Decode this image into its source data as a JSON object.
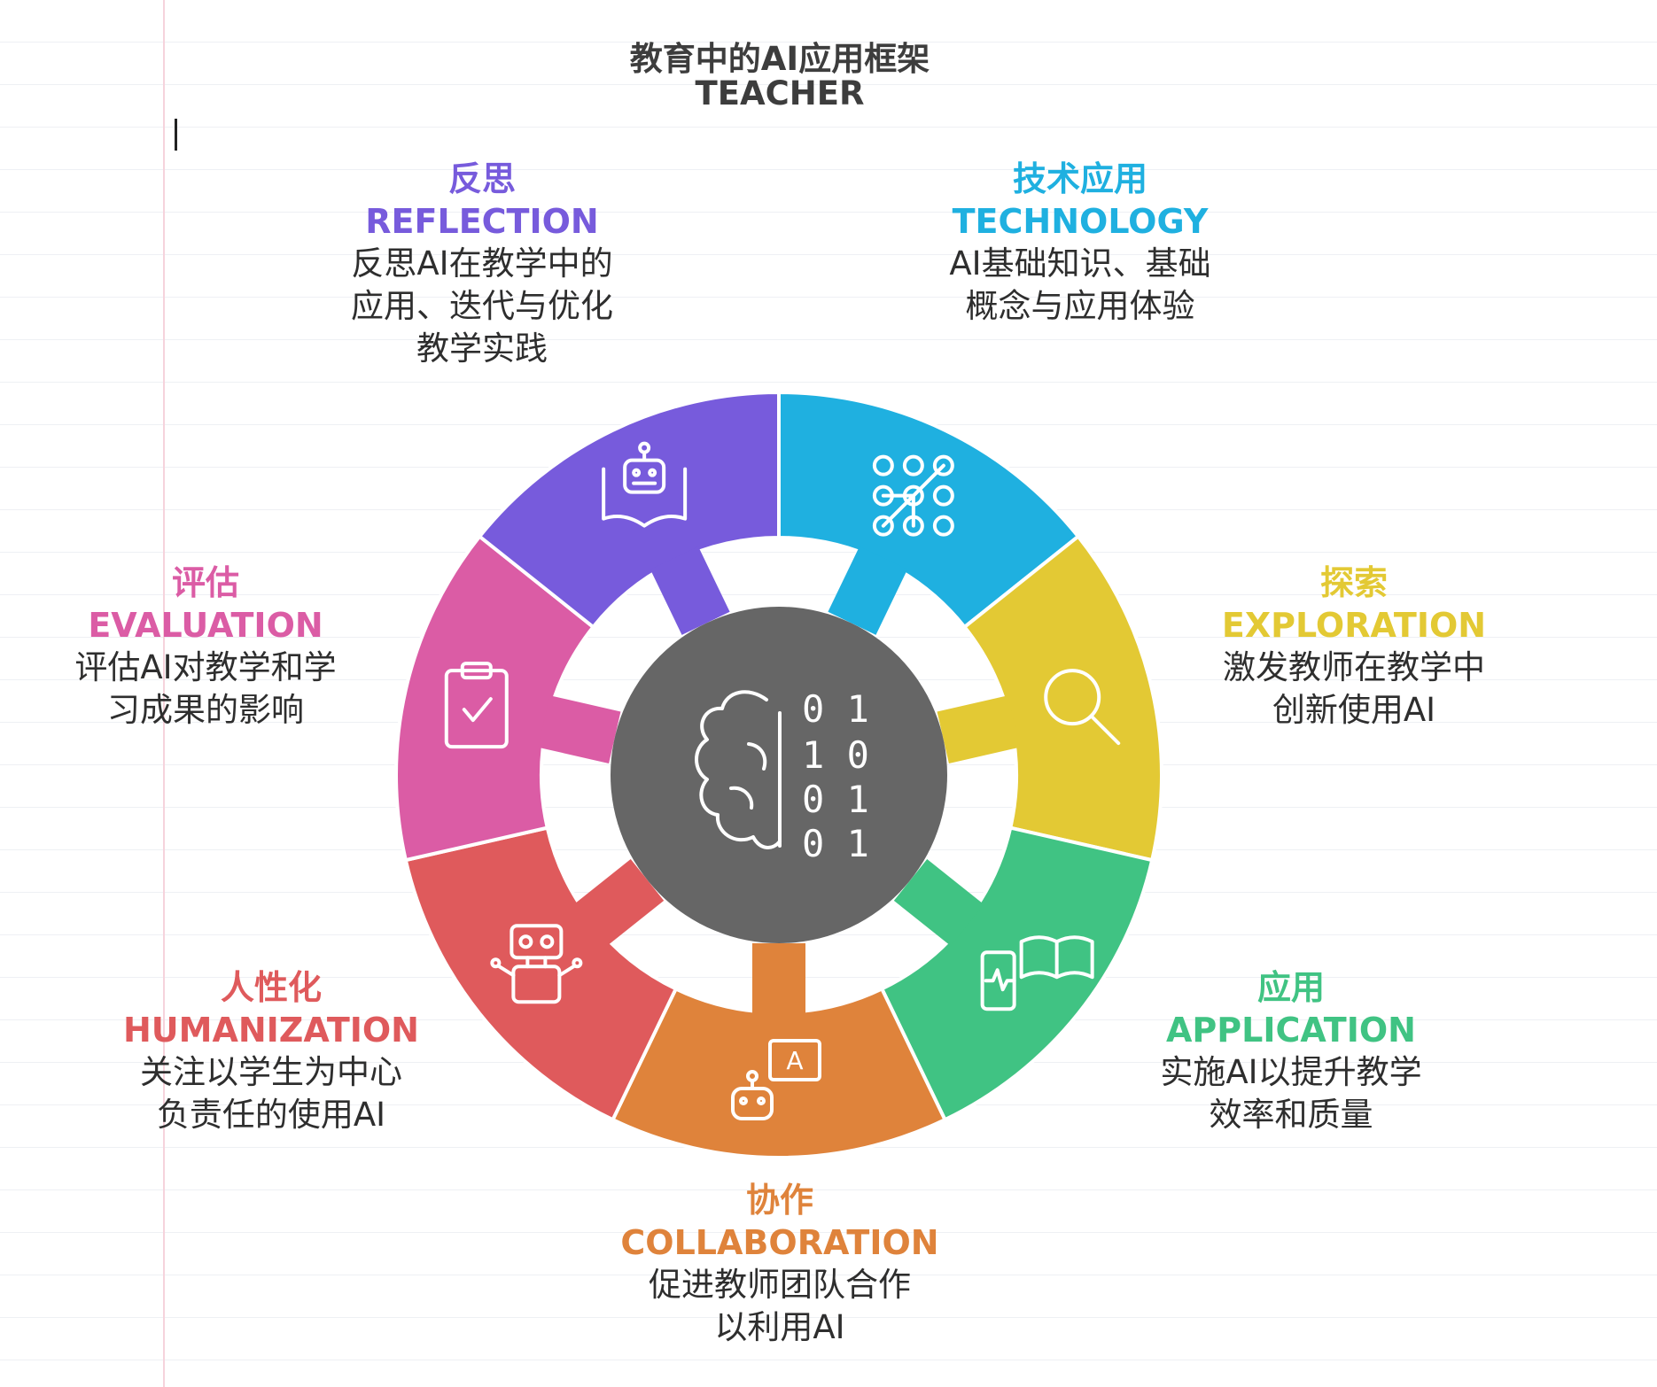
{
  "title": {
    "line1": "教育中的AI应用框架",
    "line2": "TEACHER"
  },
  "hub_icon": "brain-binary-icon",
  "segments": [
    {
      "key": "technology",
      "zh": "技术应用",
      "en": "TECHNOLOGY",
      "desc": [
        "AI基础知识、基础",
        "概念与应用体验"
      ],
      "color": "#1fb0e0",
      "icon": "network-nodes-icon"
    },
    {
      "key": "exploration",
      "zh": "探索",
      "en": "EXPLORATION",
      "desc": [
        "激发教师在教学中",
        "创新使用AI"
      ],
      "color": "#e3c934",
      "icon": "magnifier-icon"
    },
    {
      "key": "application",
      "zh": "应用",
      "en": "APPLICATION",
      "desc": [
        "实施AI以提升教学",
        "效率和质量"
      ],
      "color": "#40c383",
      "icon": "phone-book-icon"
    },
    {
      "key": "collaboration",
      "zh": "协作",
      "en": "COLLABORATION",
      "desc": [
        "促进教师团队合作",
        "以利用AI"
      ],
      "color": "#df833b",
      "icon": "robot-chat-icon"
    },
    {
      "key": "humanization",
      "zh": "人性化",
      "en": "HUMANIZATION",
      "desc": [
        "关注以学生为中心",
        "负责任的使用AI"
      ],
      "color": "#df5a5c",
      "icon": "robot-icon"
    },
    {
      "key": "evaluation",
      "zh": "评估",
      "en": "EVALUATION",
      "desc": [
        "评估AI对教学和学",
        "习成果的影响"
      ],
      "color": "#db5ca5",
      "icon": "clipboard-check-icon"
    },
    {
      "key": "reflection",
      "zh": "反思",
      "en": "REFLECTION",
      "desc": [
        "反思AI在教学中的",
        "应用、迭代与优化",
        "教学实践"
      ],
      "color": "#775bdc",
      "icon": "robot-book-icon"
    }
  ]
}
